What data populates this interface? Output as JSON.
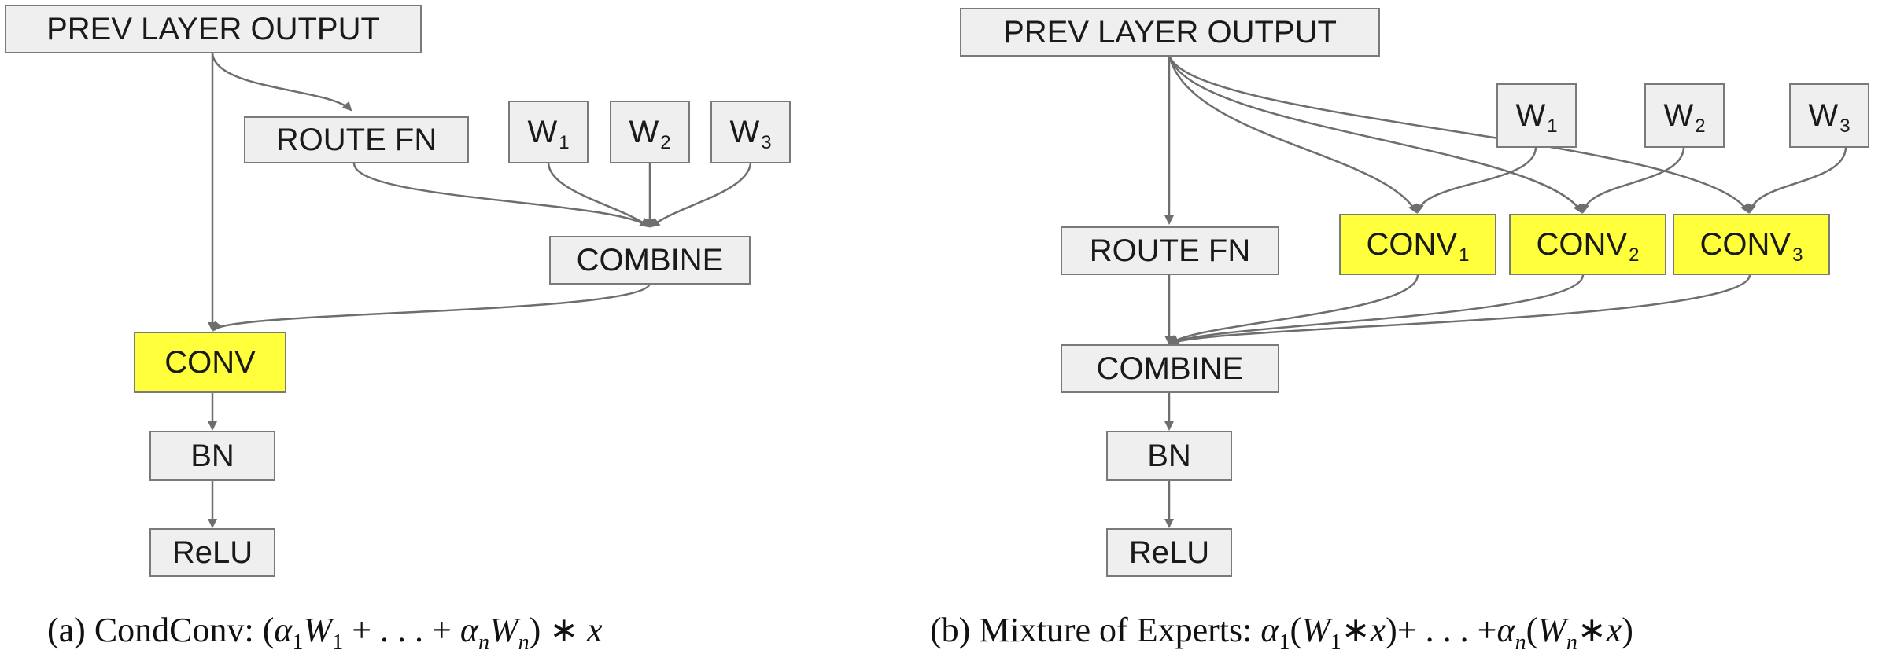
{
  "panel_a": {
    "prev_layer_output": "PREV LAYER OUTPUT",
    "route_fn": "ROUTE FN",
    "weights": [
      {
        "base": "W",
        "sub": "1"
      },
      {
        "base": "W",
        "sub": "2"
      },
      {
        "base": "W",
        "sub": "3"
      }
    ],
    "combine": "COMBINE",
    "conv": "CONV",
    "bn": "BN",
    "relu": "ReLU",
    "caption_label": "(a)  CondConv:",
    "caption_formula": {
      "alpha": "α",
      "w": "W",
      "x": "x",
      "i1": "1",
      "in": "n",
      "ellipsis": "+ . . . +",
      "star": "∗"
    }
  },
  "panel_b": {
    "prev_layer_output": "PREV LAYER OUTPUT",
    "route_fn": "ROUTE FN",
    "weights": [
      {
        "base": "W",
        "sub": "1"
      },
      {
        "base": "W",
        "sub": "2"
      },
      {
        "base": "W",
        "sub": "3"
      }
    ],
    "convs": [
      {
        "base": "CONV",
        "sub": "1"
      },
      {
        "base": "CONV",
        "sub": "2"
      },
      {
        "base": "CONV",
        "sub": "3"
      }
    ],
    "combine": "COMBINE",
    "bn": "BN",
    "relu": "ReLU",
    "caption_label": "(b)  Mixture of Experts:",
    "caption_formula": {
      "alpha": "α",
      "w": "W",
      "x": "x",
      "i1": "1",
      "in": "n",
      "ellipsis": "+ . . . +",
      "star": "∗"
    }
  },
  "colors": {
    "box_fill": "#efefef",
    "highlight_fill": "#ffff3c",
    "stroke": "#7a7a7a",
    "edge": "#6e6e6e"
  }
}
